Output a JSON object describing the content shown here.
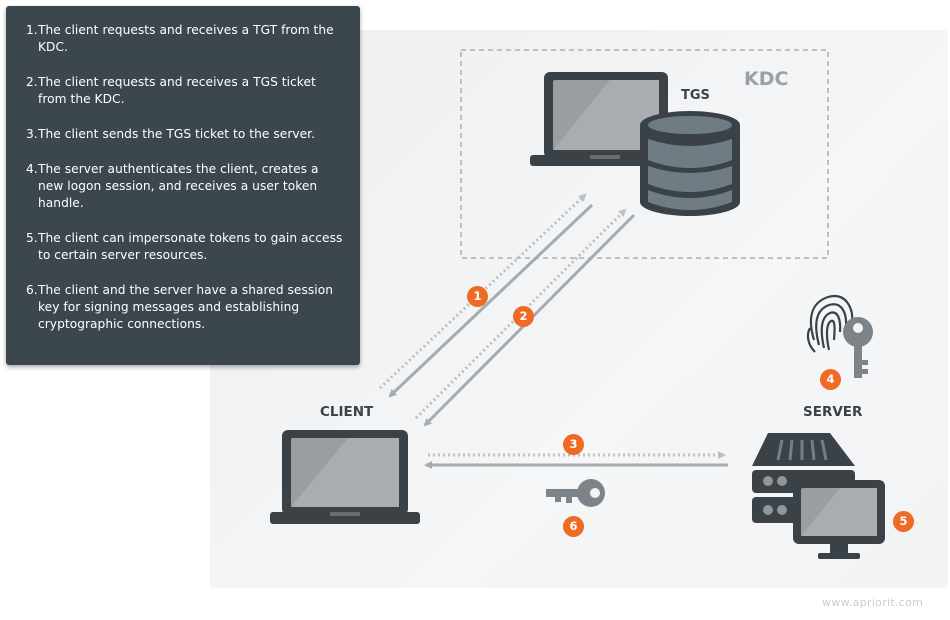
{
  "steps": [
    {
      "number": "1.",
      "text": "The client requests and receives a TGT from the KDC."
    },
    {
      "number": "2.",
      "text": "The client requests and receives a TGS ticket from the KDC."
    },
    {
      "number": "3.",
      "text": "The client sends the TGS ticket to the server."
    },
    {
      "number": "4.",
      "text": "The server authenticates the client, creates a new logon session, and receives a user token handle."
    },
    {
      "number": "5.",
      "text": "The client can impersonate tokens to gain access to certain server resources."
    },
    {
      "number": "6.",
      "text": "The client and the server have a  shared session key for signing messages and establishing cryptographic connections."
    }
  ],
  "labels": {
    "kdc": "KDC",
    "tgs": "TGS",
    "client": "CLIENT",
    "server": "SERVER"
  },
  "badges": [
    "1",
    "2",
    "3",
    "4",
    "5",
    "6"
  ],
  "watermark": "www.apriorit.com",
  "colors": {
    "panel": "#3c474d",
    "accent": "#ef6a23",
    "device": "#3b4247",
    "arrow": "#a6abaf"
  },
  "icons": {
    "client": "laptop-icon",
    "tgs": "database-icon",
    "tgs_host": "laptop-icon",
    "server": "server-rack-icon",
    "server_display": "monitor-icon",
    "auth": "fingerprint-key-icon",
    "session_key": "key-icon"
  }
}
